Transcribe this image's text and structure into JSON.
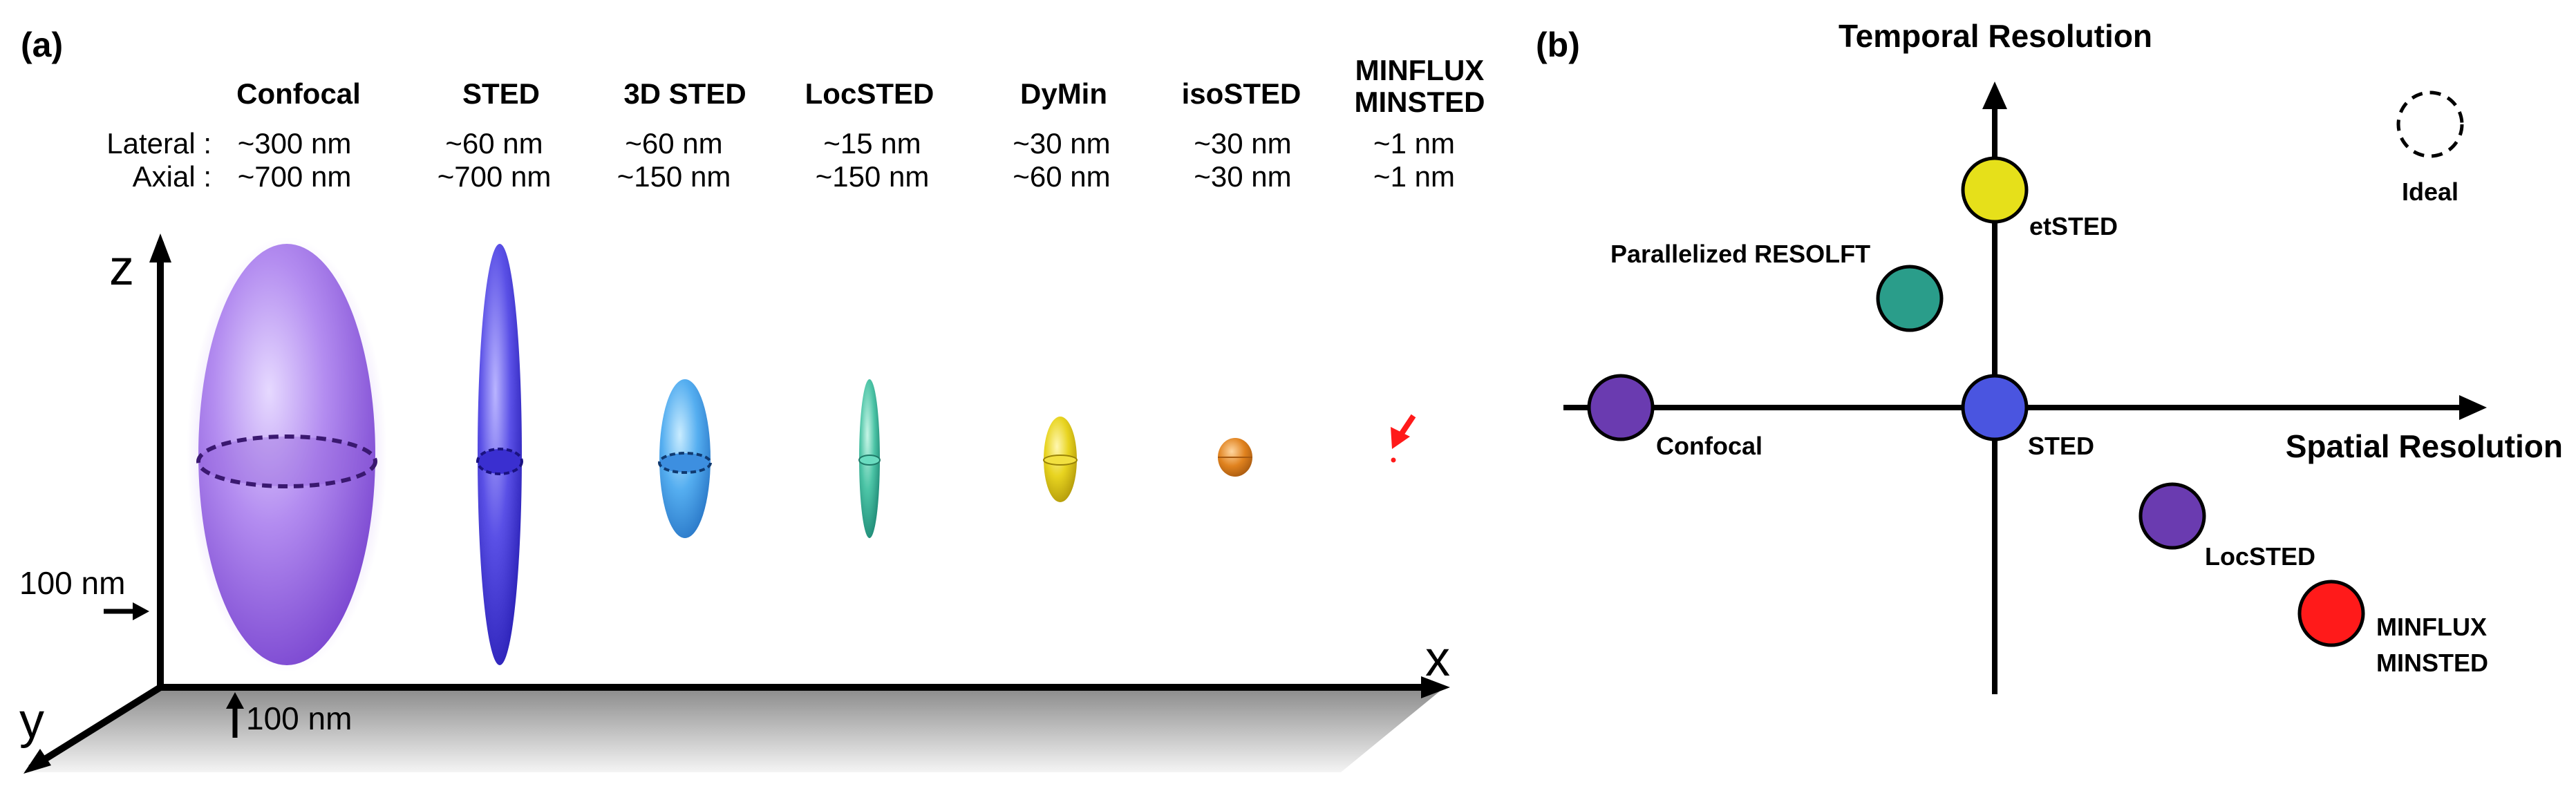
{
  "panel_a": {
    "label": "(a)",
    "row_labels": {
      "lateral": "Lateral :",
      "axial": "Axial :"
    },
    "methods": [
      {
        "name": "Confocal",
        "lateral": "~300 nm",
        "axial": "~700 nm",
        "color": "#9b6be0"
      },
      {
        "name": "STED",
        "lateral": "~60 nm",
        "axial": "~700 nm",
        "color": "#4a3fd8"
      },
      {
        "name": "3D STED",
        "lateral": "~60 nm",
        "axial": "~150 nm",
        "color": "#4aa0e8"
      },
      {
        "name": "LocSTED",
        "lateral": "~15 nm",
        "axial": "~150 nm",
        "color": "#3fb89a"
      },
      {
        "name": "DyMin",
        "lateral": "~30 nm",
        "axial": "~60 nm",
        "color": "#e6d21a"
      },
      {
        "name": "isoSTED",
        "lateral": "~30 nm",
        "axial": "~30 nm",
        "color": "#d9781e"
      },
      {
        "name_line1": "MINFLUX",
        "name_line2": "MINSTED",
        "lateral": "~1 nm",
        "axial": "~1 nm",
        "color": "#ff1a1a"
      }
    ],
    "axes": {
      "z": "z",
      "x": "x",
      "y": "y"
    },
    "scale_vertical": "100 nm",
    "scale_horizontal": "100 nm"
  },
  "panel_b": {
    "label": "(b)",
    "y_axis_title": "Temporal Resolution",
    "x_axis_title": "Spatial Resolution",
    "points": [
      {
        "label": "etSTED",
        "color": "#e6e01a"
      },
      {
        "label": "Parallelized RESOLFT",
        "color": "#2a9d8a"
      },
      {
        "label": "Confocal",
        "color": "#6a3bb0"
      },
      {
        "label": "STED",
        "color": "#4a55e0"
      },
      {
        "label": "LocSTED",
        "color": "#6a3bb0"
      },
      {
        "label_line1": "MINFLUX",
        "label_line2": "MINSTED",
        "color": "#ff1a1a"
      },
      {
        "label": "Ideal",
        "style": "dashed"
      }
    ]
  }
}
